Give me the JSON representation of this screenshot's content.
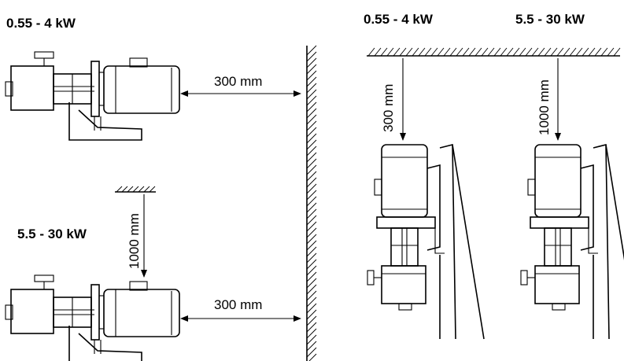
{
  "labels": {
    "horizontal_small": "0.55 - 4 kW",
    "horizontal_large": "5.5 - 30 kW",
    "vertical_small": "0.55 - 4 kW",
    "vertical_large": "5.5 - 30 kW"
  },
  "dimensions": {
    "horizontal_small_wall": "300 mm",
    "horizontal_large_wall": "300 mm",
    "horizontal_large_top": "1000 mm",
    "vertical_small_top": "300 mm",
    "vertical_large_top": "1000 mm"
  }
}
